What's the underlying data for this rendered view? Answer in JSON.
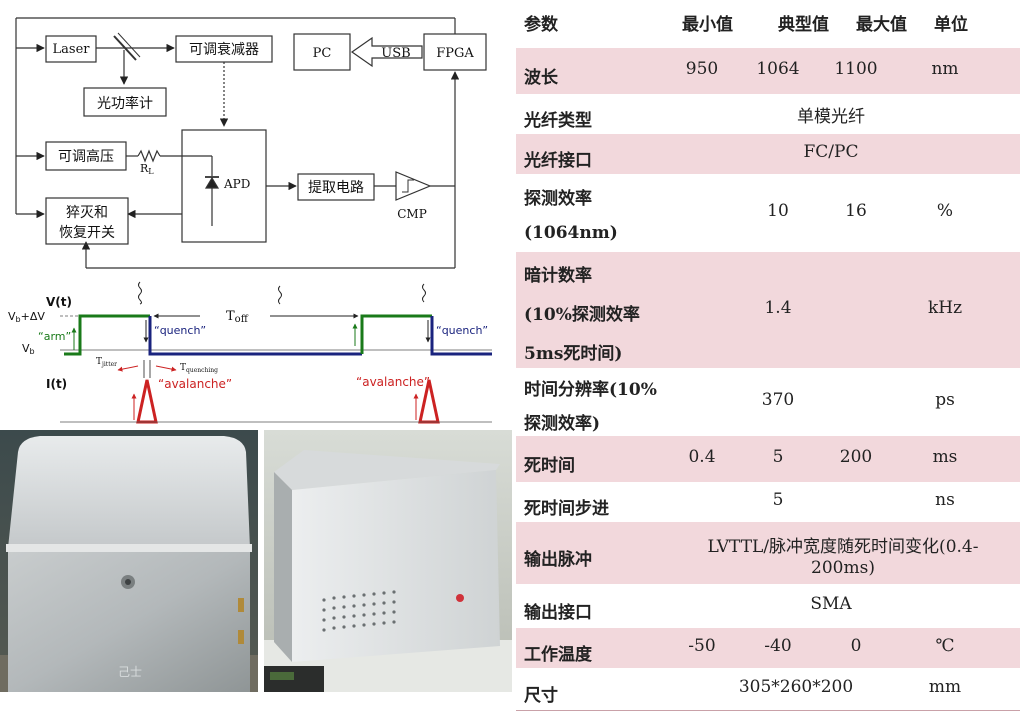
{
  "block_diagram": {
    "laser": "Laser",
    "attenuator": "可调衰减器",
    "power_meter": "光功率计",
    "pc": "PC",
    "usb": "USB",
    "fpga": "FPGA",
    "high_voltage": "可调高压",
    "resistor": "R",
    "resistor_sub": "L",
    "apd": "APD",
    "extract": "提取电路",
    "cmp": "CMP",
    "quench_line1": "猝灭和",
    "quench_line2": "恢复开关"
  },
  "timing": {
    "vt": "V(t)",
    "it": "I(t)",
    "vb_dv": "V",
    "vb_dv_sub": "b",
    "vb_dv_tail": "+ΔV",
    "vb": "V",
    "vb_sub": "b",
    "arm": "“arm”",
    "quench1": "“quench”",
    "quench2": "“quench”",
    "toff_t": "T",
    "toff_sub": "off",
    "tjitter": "T",
    "tjitter_sub": "jitter",
    "tquenching": "T",
    "tquenching_sub": "quenching",
    "avalanche1": "“avalanche”",
    "avalanche2": "“avalanche”"
  },
  "table": {
    "header": [
      "参数",
      "最小值",
      "典型值",
      "最大值",
      "单位"
    ],
    "rows": [
      {
        "param": "波长",
        "min": "950",
        "typ": "1064",
        "max": "1100",
        "unit": "nm"
      },
      {
        "param": "光纤类型",
        "span": "单模光纤"
      },
      {
        "param": "光纤接口",
        "span": "FC/PC"
      },
      {
        "param1": "探测效率",
        "param2": "(1064nm)",
        "typ": "10",
        "max": "16",
        "unit": "%"
      },
      {
        "param1": "暗计数率",
        "param2": "(10%探测效率",
        "param3": "5ms死时间)",
        "typ": "1.4",
        "unit": "kHz"
      },
      {
        "param1": "时间分辨率(10%",
        "param2": "探测效率)",
        "typ": "370",
        "unit": "ps"
      },
      {
        "param": "死时间",
        "min": "0.4",
        "typ": "5",
        "max": "200",
        "unit": "ms"
      },
      {
        "param": "死时间步进",
        "typ": "5",
        "unit": "ns"
      },
      {
        "param": "输出脉冲",
        "span1": "LVTTL/脉冲宽度随死时间变化(0.4-",
        "span2": "200ms)"
      },
      {
        "param": "输出接口",
        "span": "SMA"
      },
      {
        "param": "工作温度",
        "min": "-50",
        "typ": "-40",
        "max": "0",
        "unit": "℃"
      },
      {
        "param": "尺寸",
        "span": "305*260*200",
        "unit": "mm"
      }
    ]
  },
  "photos": {
    "front_label": "己士"
  }
}
